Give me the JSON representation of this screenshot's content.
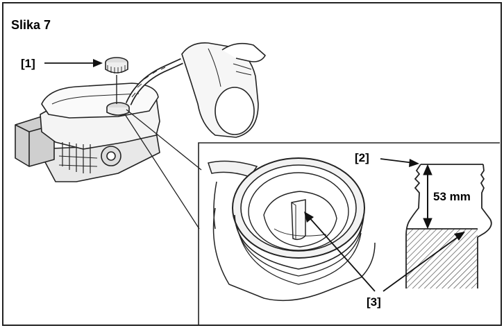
{
  "figure": {
    "title": "Slika 7",
    "callouts": {
      "cap": "[1]",
      "neck_top": "[2]",
      "fill_mark": "[3]"
    },
    "dimension": "53 mm"
  },
  "icons": {
    "cap": "fuel-cap-icon",
    "engine": "mower-engine-icon",
    "can": "fuel-can-icon"
  }
}
